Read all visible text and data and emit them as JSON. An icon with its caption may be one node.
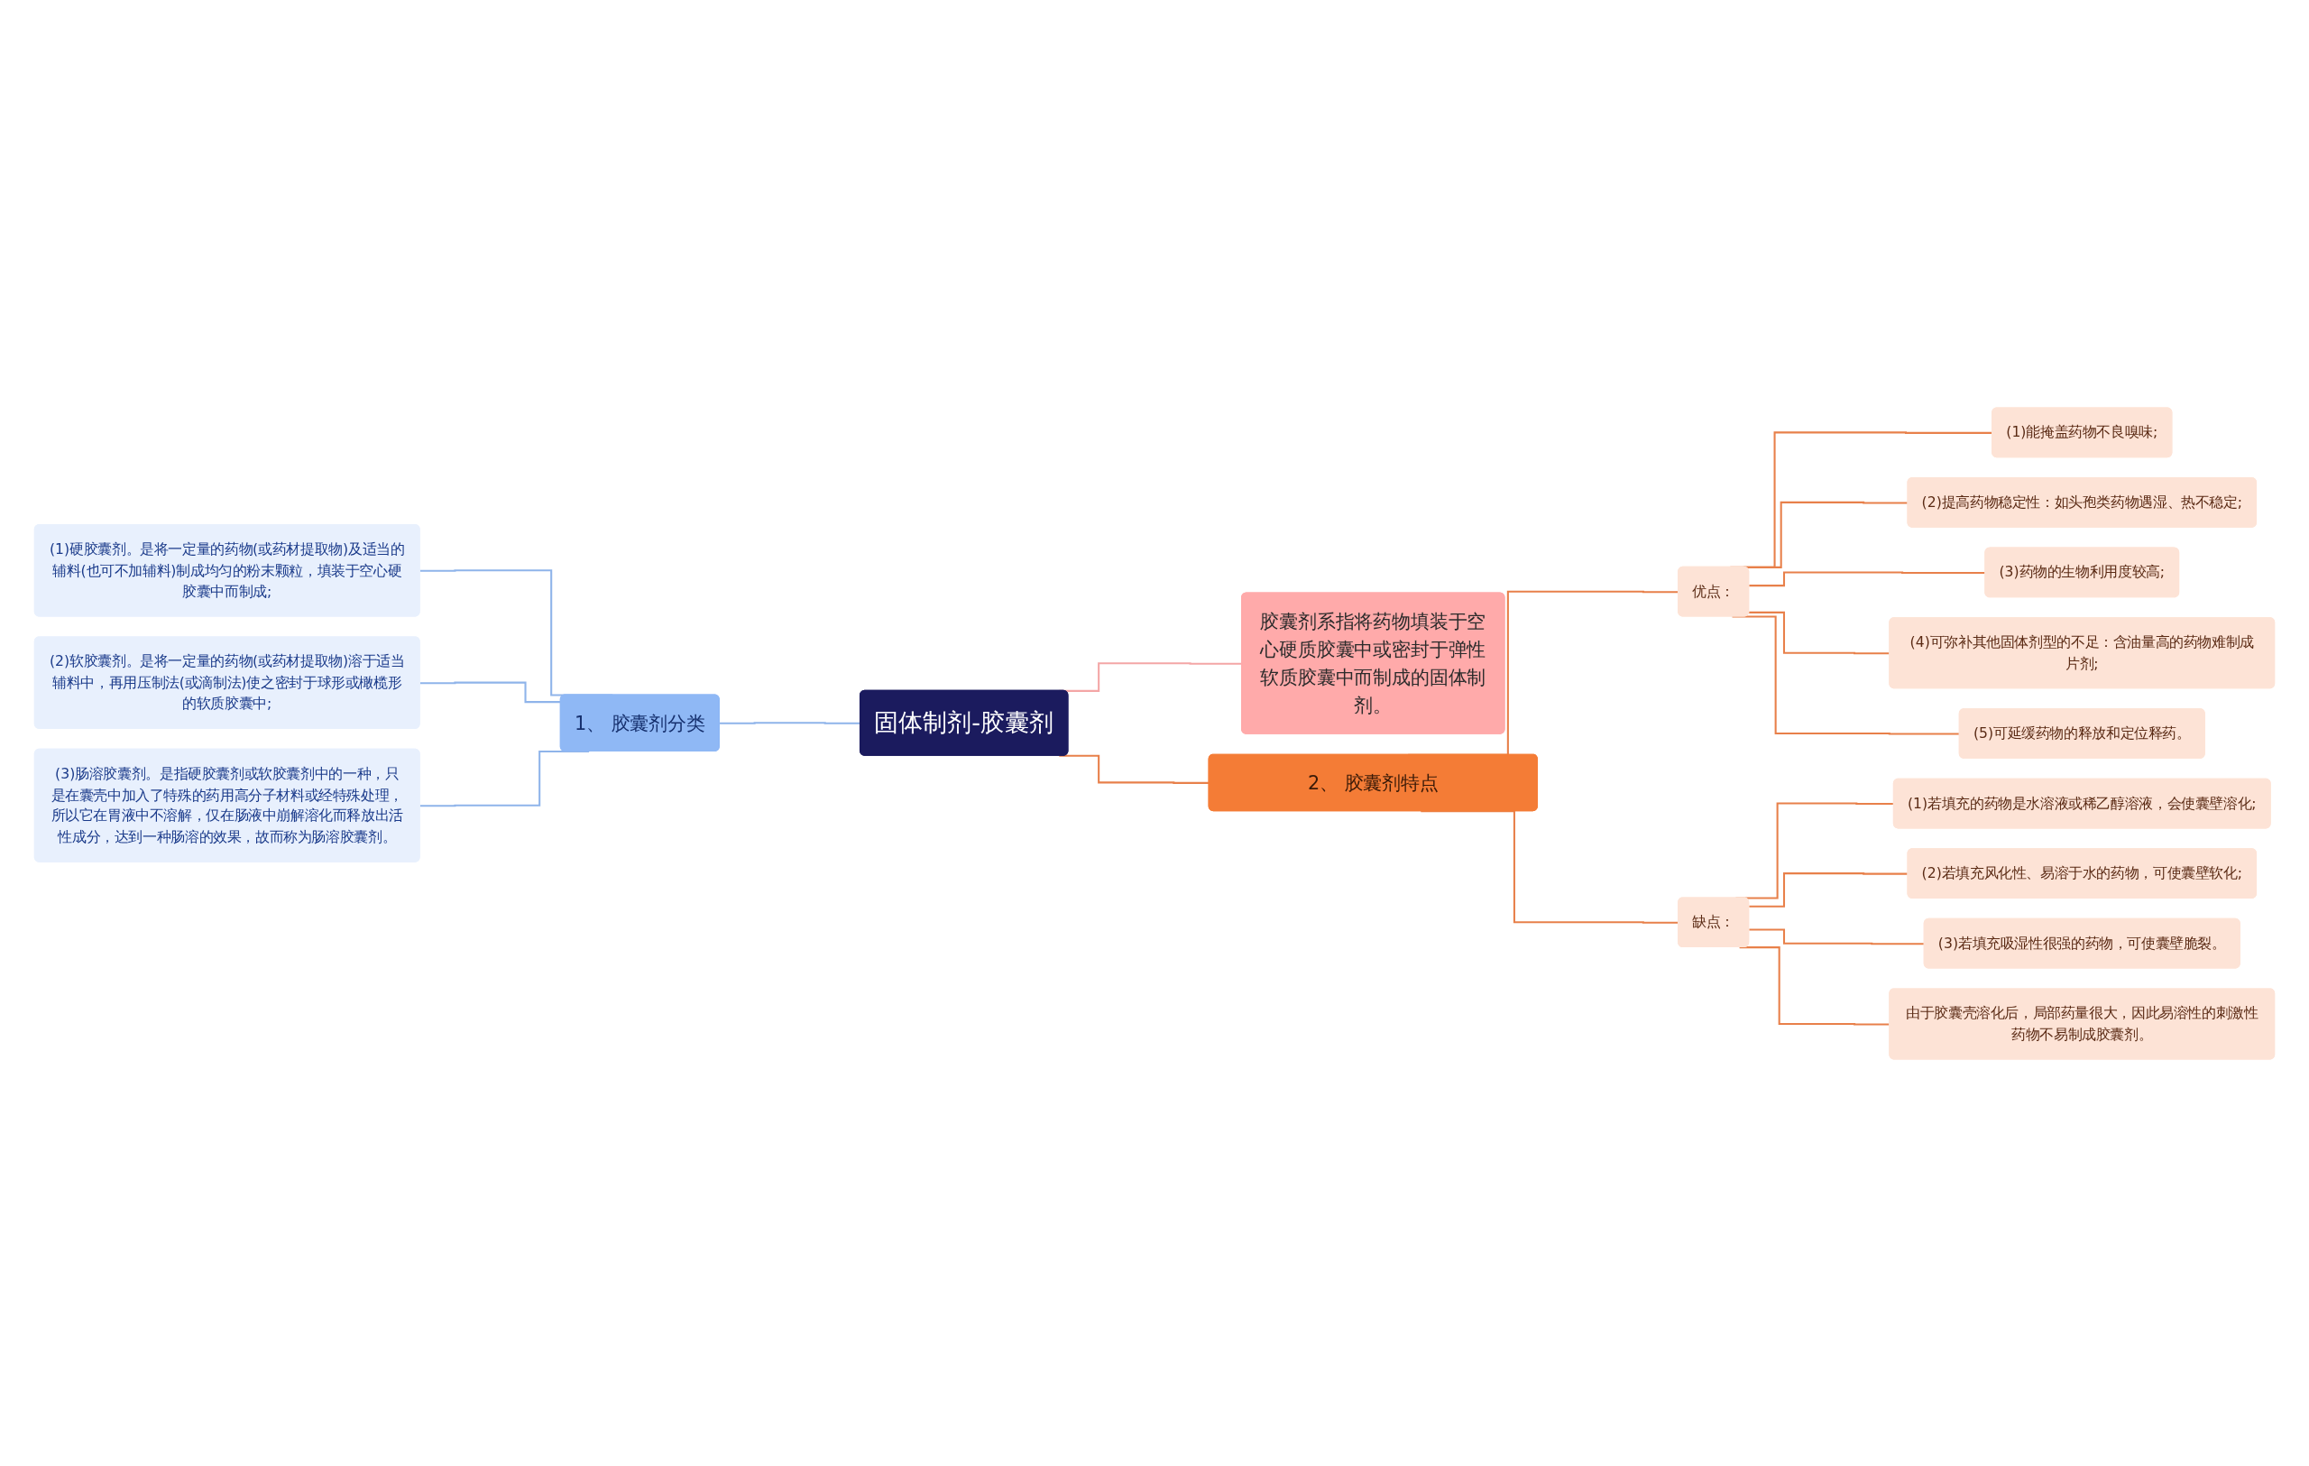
{
  "diagram": {
    "nodes": [
      {
        "text": [
          "固体制剂-胶囊剂"
        ]
      },
      {
        "text": [
          "1、 胶囊剂分类"
        ]
      },
      {
        "text": [
          "(1)硬胶囊剂。是将一定量的药物(或药材提取物)及适当的辅料(也可不加辅料)制成均匀的粉末颗粒，填装于空心硬胶囊中而制成;"
        ]
      },
      {
        "text": [
          "(2)软胶囊剂。是将一定量的药物(或药材提取物)溶于适当辅料中，再用压制法(或滴制法)使之密封于球形或橄榄形的软质胶囊中;"
        ]
      },
      {
        "text": [
          "(3)肠溶胶囊剂。是指硬胶囊剂或软胶囊剂中的一种，只是在囊壳中加入了特殊的药用高分子材料或经特殊处理，所以它在胃液中不溶解，仅在肠液中崩解溶化而释放出活性成分，达到一种肠溶的效果，故而称为肠溶胶囊剂。"
        ]
      },
      {
        "text": [
          "胶囊剂系指将药物填装于空心硬质胶囊中或密封于弹性软质胶囊中而制成的固体制剂。"
        ]
      },
      {
        "text": [
          "2、 胶囊剂特点"
        ]
      },
      {
        "text": [
          "优点："
        ]
      },
      {
        "text": [
          "(1)能掩盖药物不良嗅味;"
        ]
      },
      {
        "text": [
          "(2)提高药物稳定性：如头孢类药物遇湿、热不稳定;"
        ]
      },
      {
        "text": [
          "(3)药物的生物利用度较高;"
        ]
      },
      {
        "text": [
          "(4)可弥补其他固体剂型的不足：含油量高的药物难制成片剂;"
        ]
      },
      {
        "text": [
          "(5)可延缓药物的释放和定位释药。"
        ]
      },
      {
        "text": [
          "缺点："
        ]
      },
      {
        "text": [
          "(1)若填充的药物是水溶液或稀乙醇溶液，会使囊壁溶化;"
        ]
      },
      {
        "text": [
          "(2)若填充风化性、易溶于水的药物，可使囊壁软化;"
        ]
      },
      {
        "text": [
          "(3)若填充吸湿性很强的药物，可使囊壁脆裂。"
        ]
      },
      {
        "text": [
          "由于胶囊壳溶化后，局部药量很大，因此易溶性的刺激性药物不易制成胶囊剂。"
        ]
      }
    ],
    "edges": [
      {
        "from": 0,
        "to": 1,
        "arrow": "none",
        "color": "#8fb4ea"
      },
      {
        "from": 1,
        "to": 2,
        "arrow": "none",
        "color": "#8fb4ea"
      },
      {
        "from": 1,
        "to": 3,
        "arrow": "none",
        "color": "#8fb4ea"
      },
      {
        "from": 1,
        "to": 4,
        "arrow": "none",
        "color": "#8fb4ea"
      },
      {
        "from": 0,
        "to": 5,
        "arrow": "none",
        "color": "#f4a6a6"
      },
      {
        "from": 0,
        "to": 6,
        "arrow": "none"
      },
      {
        "from": 6,
        "to": 7,
        "arrow": "none"
      },
      {
        "from": 7,
        "to": 8,
        "arrow": "none"
      },
      {
        "from": 7,
        "to": 9,
        "arrow": "none"
      },
      {
        "from": 7,
        "to": 10,
        "arrow": "none"
      },
      {
        "from": 7,
        "to": 11,
        "arrow": "none"
      },
      {
        "from": 7,
        "to": 12,
        "arrow": "none"
      },
      {
        "from": 6,
        "to": 13,
        "arrow": "none"
      },
      {
        "from": 13,
        "to": 14,
        "arrow": "none"
      },
      {
        "from": 13,
        "to": 15,
        "arrow": "none"
      },
      {
        "from": 13,
        "to": 16,
        "arrow": "none"
      },
      {
        "from": 13,
        "to": 17,
        "arrow": "none"
      }
    ]
  }
}
